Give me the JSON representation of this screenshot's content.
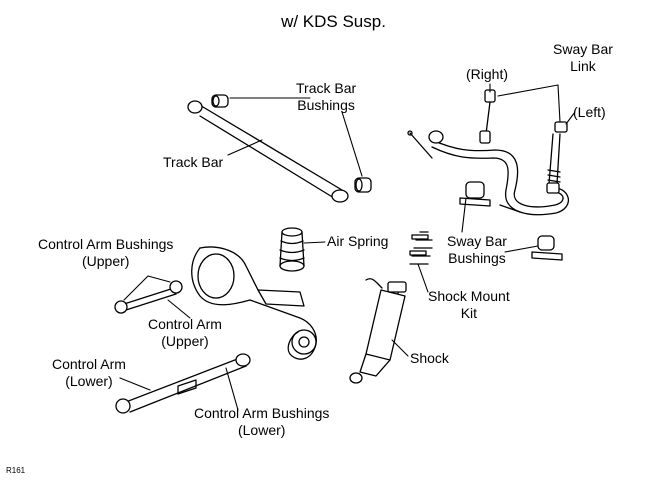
{
  "title": "w/ KDS Susp.",
  "figure_code": "R161",
  "labels": {
    "track_bar_bushings": [
      "Track Bar",
      "Bushings"
    ],
    "track_bar": "Track Bar",
    "sway_bar_link": [
      "Sway Bar",
      "Link"
    ],
    "right": "(Right)",
    "left": "(Left)",
    "air_spring": "Air Spring",
    "sway_bar_bushings": [
      "Sway Bar",
      "Bushings"
    ],
    "control_arm_bushings_upper": [
      "Control Arm Bushings",
      "(Upper)"
    ],
    "control_arm_upper": [
      "Control Arm",
      "(Upper)"
    ],
    "shock_mount_kit": [
      "Shock Mount",
      "Kit"
    ],
    "shock": "Shock",
    "control_arm_lower": [
      "Control Arm",
      "(Lower)"
    ],
    "control_arm_bushings_lower": [
      "Control Arm Bushings",
      "(Lower)"
    ]
  }
}
